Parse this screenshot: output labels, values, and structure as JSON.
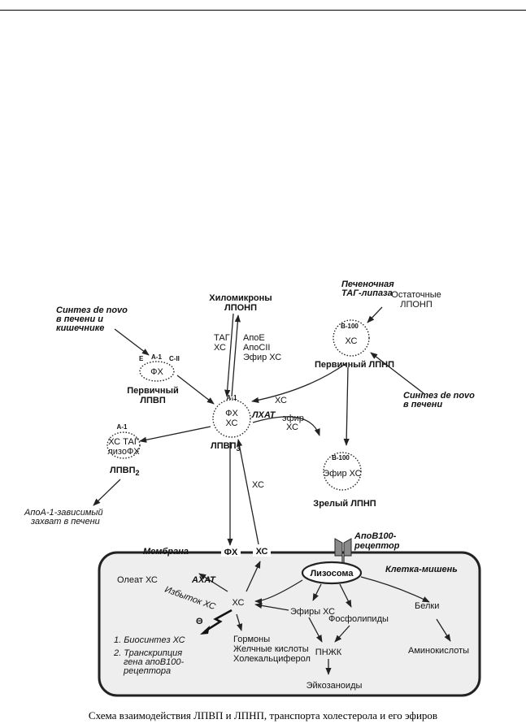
{
  "caption": "Схема взаимодействия ЛПВП и ЛПНП, транспорта холестерола и его эфиров",
  "nodes": {
    "de_novo_liver_intestine": [
      "Синтез de novo",
      "в печени и",
      "кишечнике"
    ],
    "primary_hdl_proteins": {
      "e": "E",
      "a1": "А-1",
      "c2": "С-II"
    },
    "primary_hdl_content": "ФХ",
    "primary_hdl_label": [
      "Первичный",
      "ЛПВП"
    ],
    "chylomicrons": [
      "Хиломикроны",
      "ЛПОНП"
    ],
    "tag_chol": [
      "ТАГ",
      "ХС"
    ],
    "apoe_block": [
      "АпоЕ",
      "АпоСII",
      "Эфир ХС"
    ],
    "hdl3_protein": "А-1",
    "hdl3_content": [
      "ФХ",
      "ХС"
    ],
    "lcat": "ЛХАТ",
    "hdl3_label": "ЛПВП",
    "hdl3_sub": "3",
    "hdl2_protein": "А-1",
    "hdl2_content": [
      "ХС ТАГ",
      "лизоФХ"
    ],
    "hdl2_label": "ЛПВП",
    "hdl2_sub": "2",
    "apoa1_uptake": [
      "АпоА-1-зависимый",
      "захват в печени"
    ],
    "hepatic_lipase": [
      "Печеночная",
      "ТАГ-липаза"
    ],
    "residual_vldl": [
      "Остаточные",
      "ЛПОНП"
    ],
    "primary_ldl_protein": "В-100",
    "primary_ldl_content": "ХС",
    "primary_ldl_label": "Первичный ЛПНП",
    "de_novo_liver": [
      "Синтез de novo",
      "в печени"
    ],
    "xc_to_hdl": "ХС",
    "ester_xc": [
      "эфир",
      "ХС"
    ],
    "mature_ldl_protein": "В-100",
    "mature_ldl_content": "Эфир ХС",
    "mature_ldl_label": "Зрелый ЛПНП",
    "xc_up": "ХС",
    "apob_receptor": [
      "АпоВ100-",
      "рецептор"
    ],
    "membrane": "Мембрана",
    "membrane_fx": "ФХ",
    "membrane_xc": "ХС",
    "target_cell": "Клетка-мишень",
    "lysosome": "Лизосома",
    "oleate": "Олеат ХС",
    "acat": "АХАТ",
    "excess_xc": "Избыток ХС",
    "cell_xc": "ХС",
    "esters_xc": "Эфиры ХС",
    "phospholipids": "Фосфолипиды",
    "proteins": "Белки",
    "amino_acids": "Аминокислоты",
    "pufa": "ПНЖК",
    "eicosanoids": "Эйкозаноиды",
    "hormones": [
      "Гормоны",
      "Желчные кислоты",
      "Холекальциферол"
    ],
    "inhibit_sign": "Θ",
    "inhibit_list": [
      "1. Биосинтез ХС",
      "2. Транскрипция",
      "гена апоВ100-",
      "рецептора"
    ]
  },
  "colors": {
    "line": "#222222",
    "cell_fill": "#eeeeee",
    "lysosome_fill": "#ffffff",
    "receptor_fill": "#8a8a8a"
  }
}
